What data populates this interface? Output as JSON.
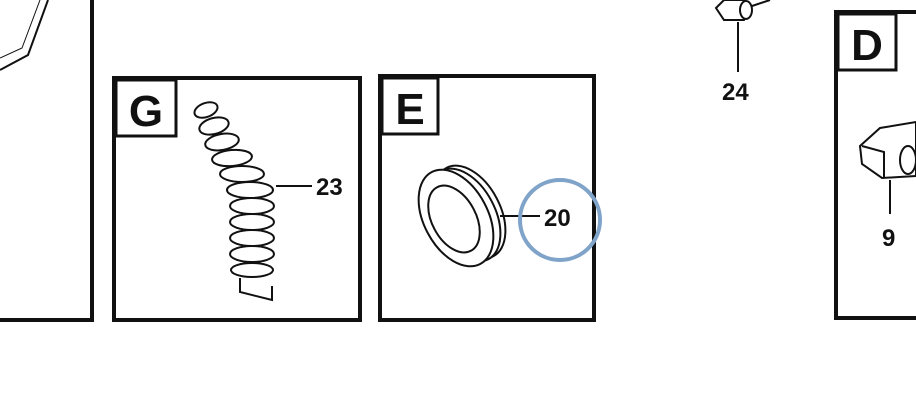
{
  "panels": {
    "g": {
      "letter": "G",
      "callout": "23"
    },
    "e": {
      "letter": "E",
      "callout": "20"
    },
    "d": {
      "letter": "D",
      "callout": "9"
    }
  },
  "bolt_callout": "24",
  "colors": {
    "line": "#111111",
    "highlight_circle": "#7fa3c9",
    "background": "#ffffff"
  },
  "highlighted_callout": "20"
}
